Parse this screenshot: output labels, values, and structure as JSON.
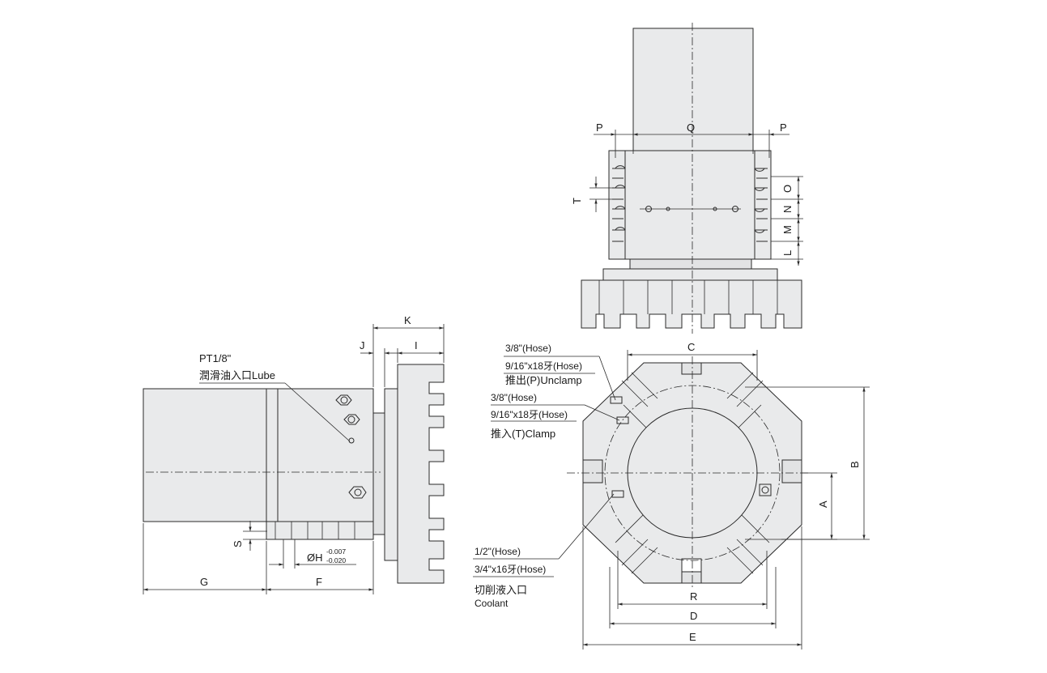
{
  "dims": {
    "P_left": "P",
    "Q": "Q",
    "P_right": "P",
    "T": "T",
    "O": "O",
    "N": "N",
    "M": "M",
    "L": "L",
    "K": "K",
    "J": "J",
    "I": "I",
    "C": "C",
    "B": "B",
    "A": "A",
    "R": "R",
    "D": "D",
    "E": "E",
    "G": "G",
    "F": "F",
    "S": "S",
    "H": "ØH",
    "H_tol_upper": "-0.007",
    "H_tol_lower": "-0.020"
  },
  "callouts": {
    "lube_size": "PT1/8\"",
    "lube_text": "潤滑油入口Lube",
    "unclamp_hose": "3/8\"(Hose)",
    "unclamp_thread": "9/16\"x18牙(Hose)",
    "unclamp_text": "推出(P)Unclamp",
    "clamp_hose": "3/8\"(Hose)",
    "clamp_thread": "9/16\"x18牙(Hose)",
    "clamp_text": "推入(T)Clamp",
    "coolant_hose": "1/2\"(Hose)",
    "coolant_thread": "3/4\"x16牙(Hose)",
    "coolant_text_cn": "切削液入口",
    "coolant_text_en": "Coolant"
  }
}
